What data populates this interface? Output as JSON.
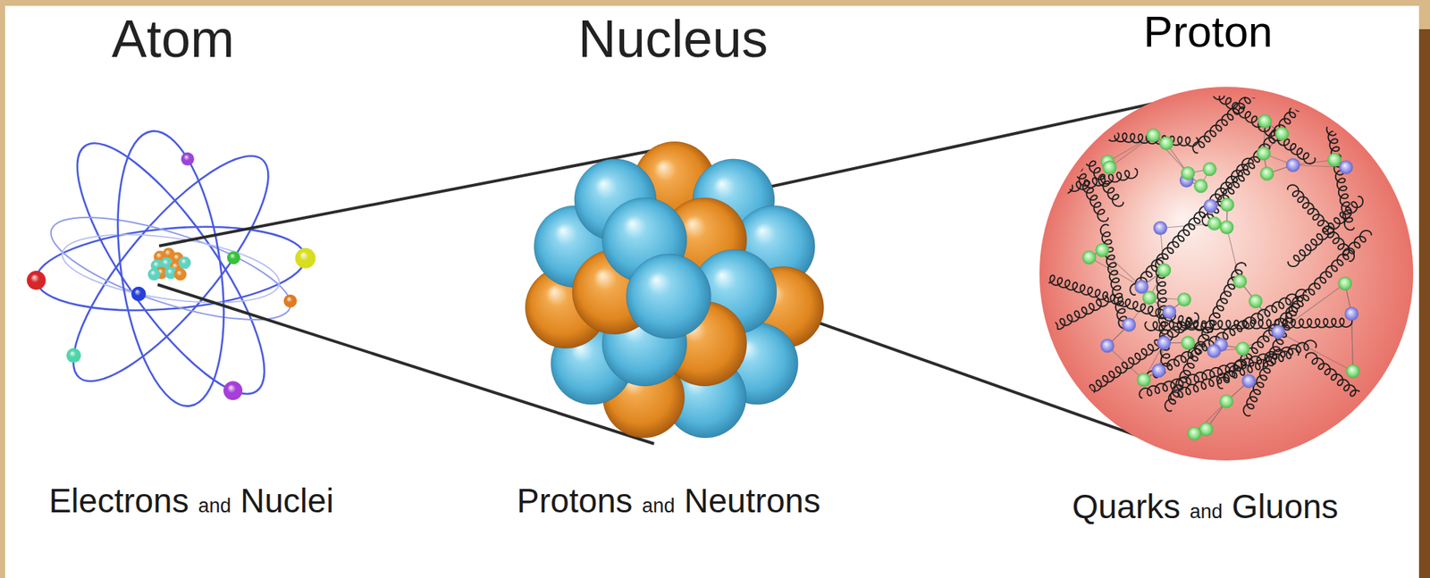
{
  "diagram": {
    "labels": [
      "Atom",
      "Nucleus",
      "Proton",
      "Electrons and Nuclei",
      "Protons and Neutrons",
      "Quarks and Gluons"
    ]
  }
}
